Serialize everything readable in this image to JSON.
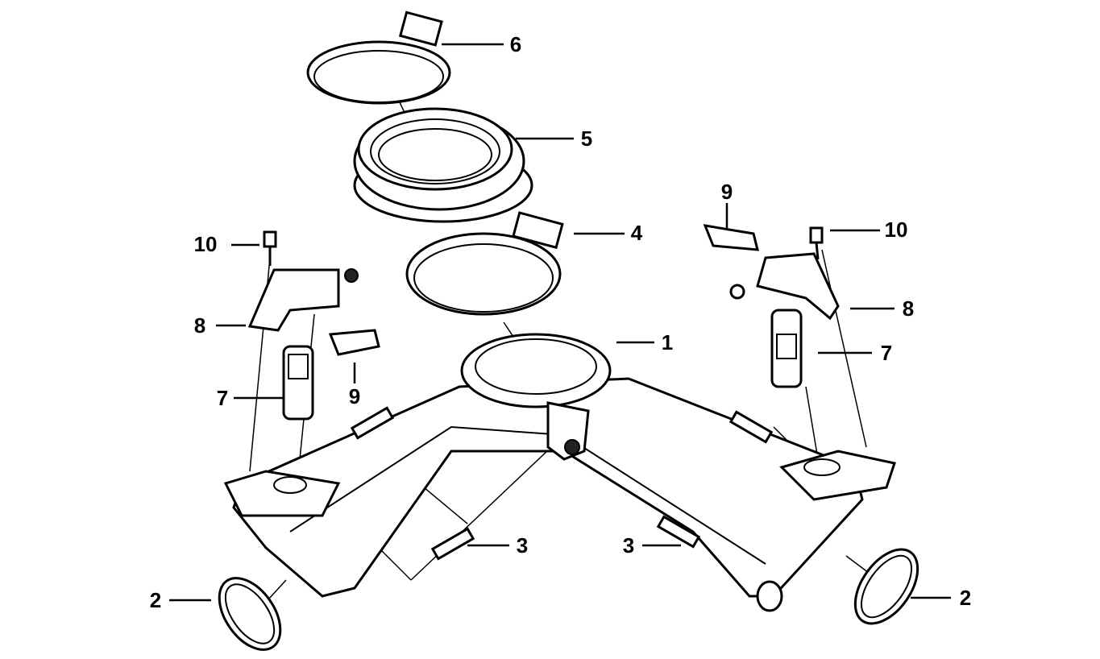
{
  "diagram": {
    "callouts": [
      {
        "id": "c6",
        "text": "6"
      },
      {
        "id": "c5",
        "text": "5"
      },
      {
        "id": "c4",
        "text": "4"
      },
      {
        "id": "c1",
        "text": "1"
      },
      {
        "id": "c9r",
        "text": "9"
      },
      {
        "id": "c10r",
        "text": "10"
      },
      {
        "id": "c8r",
        "text": "8"
      },
      {
        "id": "c7r",
        "text": "7"
      },
      {
        "id": "c10l",
        "text": "10"
      },
      {
        "id": "c8l",
        "text": "8"
      },
      {
        "id": "c9l",
        "text": "9"
      },
      {
        "id": "c7l",
        "text": "7"
      },
      {
        "id": "c3l",
        "text": "3"
      },
      {
        "id": "c3r",
        "text": "3"
      },
      {
        "id": "c2l",
        "text": "2"
      },
      {
        "id": "c2r",
        "text": "2"
      }
    ]
  }
}
